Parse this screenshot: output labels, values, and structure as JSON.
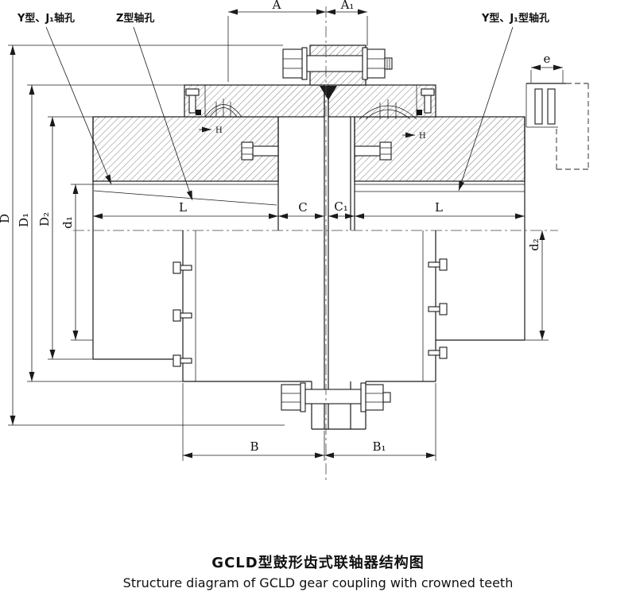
{
  "callouts": {
    "left_bore": "Y型、J₁轴孔",
    "z_bore": "Z型轴孔",
    "right_bore": "Y型、J₁型轴孔"
  },
  "dims": {
    "A": "A",
    "A1": "A₁",
    "e": "e",
    "D": "D",
    "D1": "D₁",
    "D2": "D₂",
    "d1": "d₁",
    "d2": "d₂",
    "L_left": "L",
    "C": "C",
    "C1": "C₁",
    "L_right": "L",
    "B": "B",
    "B1": "B₁",
    "H_left": "H",
    "H_right": "H"
  },
  "caption": {
    "zh": "GCLD型鼓形齿式联轴器结构图",
    "en": "Structure diagram of GCLD gear coupling with crowned teeth"
  },
  "colors": {
    "line": "#1a1a1a",
    "background": "#ffffff"
  }
}
